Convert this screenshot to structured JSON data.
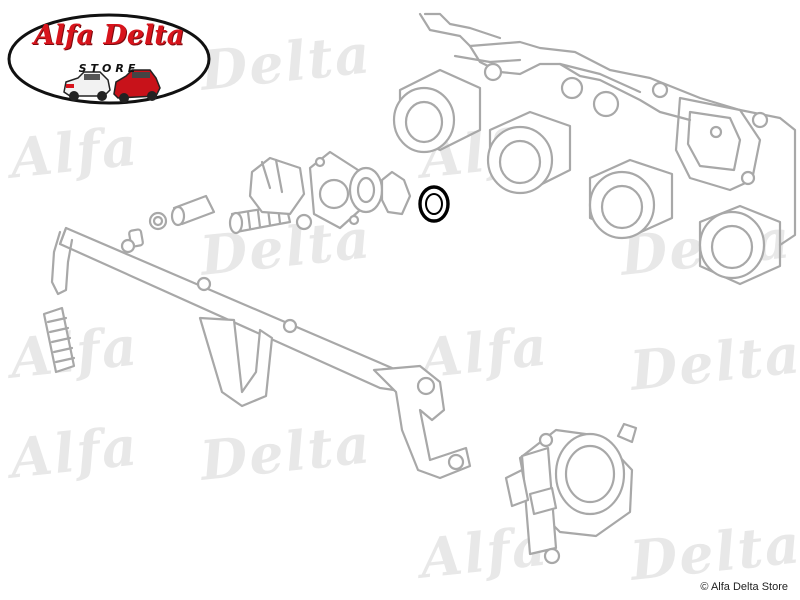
{
  "brand": {
    "name": "Alfa Delta",
    "sub": "STORE",
    "colors": {
      "accent": "#d8141c",
      "outline": "#111111"
    }
  },
  "watermarks": [
    "Alfa",
    "Delta"
  ],
  "highlight": {
    "part": "o-ring seal",
    "color": "#000000"
  },
  "footer": {
    "copyright": "© Alfa Delta Store"
  }
}
